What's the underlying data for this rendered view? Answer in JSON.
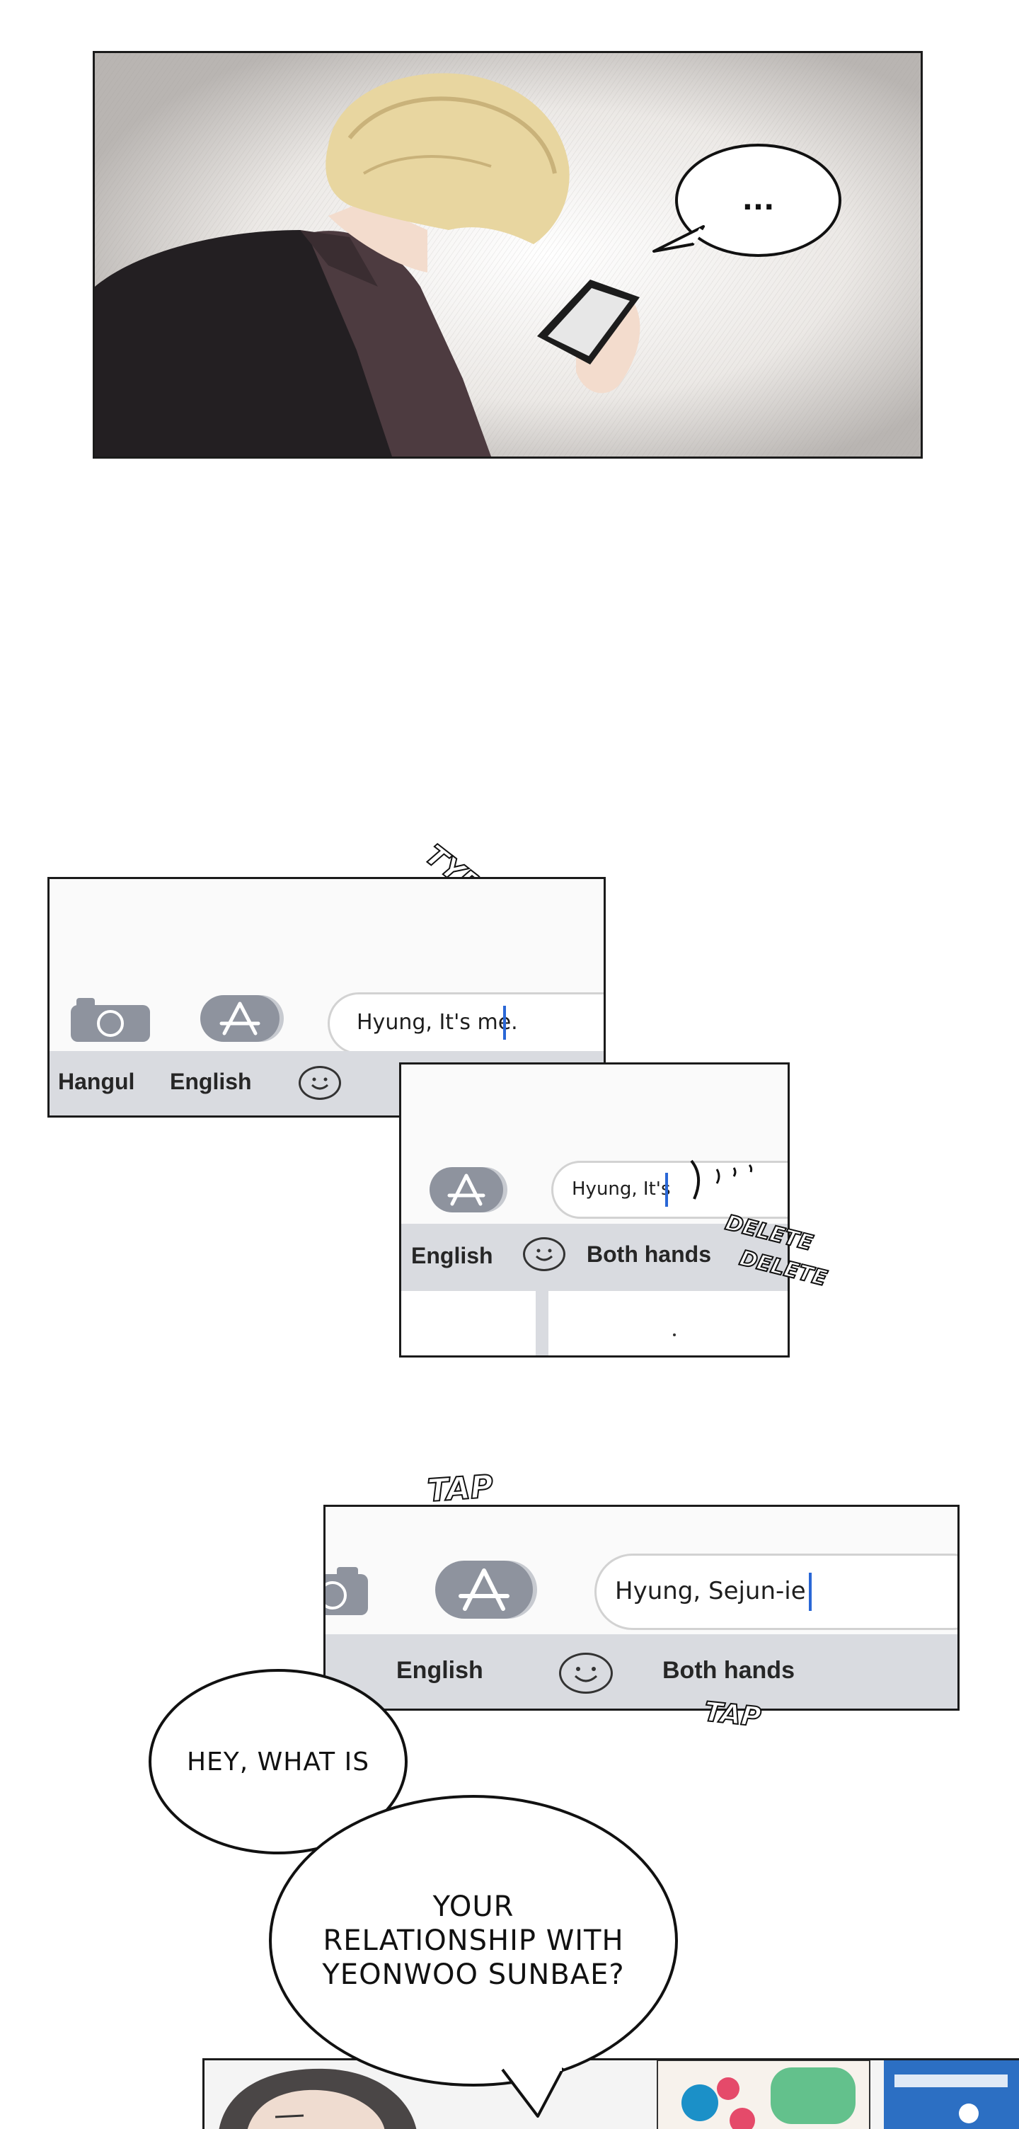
{
  "panel_top": {
    "speech_bubble_text": "...",
    "icons": [
      "person-looking-at-phone",
      "phone-icon"
    ]
  },
  "sfx": {
    "typing": "TYPING",
    "delete_1": "DELETE",
    "delete_2": "DELETE",
    "tap_1": "TAP",
    "tap_2": "TAP"
  },
  "keyboard_panel_1": {
    "input_text": "Hyung, It's me.",
    "keys": [
      "Hangul",
      "English"
    ],
    "icons": [
      "camera-icon",
      "app-store-icon",
      "smiley-icon"
    ]
  },
  "keyboard_panel_2": {
    "input_text": "Hyung, It's",
    "keys": [
      "English",
      "Both hands"
    ],
    "icons": [
      "app-store-icon",
      "smiley-icon"
    ]
  },
  "keyboard_panel_3": {
    "input_text": "Hyung, Sejun-ie",
    "keys": [
      "English",
      "Both hands"
    ],
    "icons": [
      "camera-icon",
      "app-store-icon",
      "smiley-icon"
    ]
  },
  "dialogue": {
    "bubble_1": "HEY, WHAT IS",
    "bubble_2": "YOUR\nRELATIONSHIP WITH\nYEONWOO SUNBAE?"
  },
  "colors": {
    "key_bar": "#d9dbe0",
    "caret": "#2a67d6",
    "icon_gray": "#8e939e",
    "panel_border": "#1b1b1b"
  }
}
